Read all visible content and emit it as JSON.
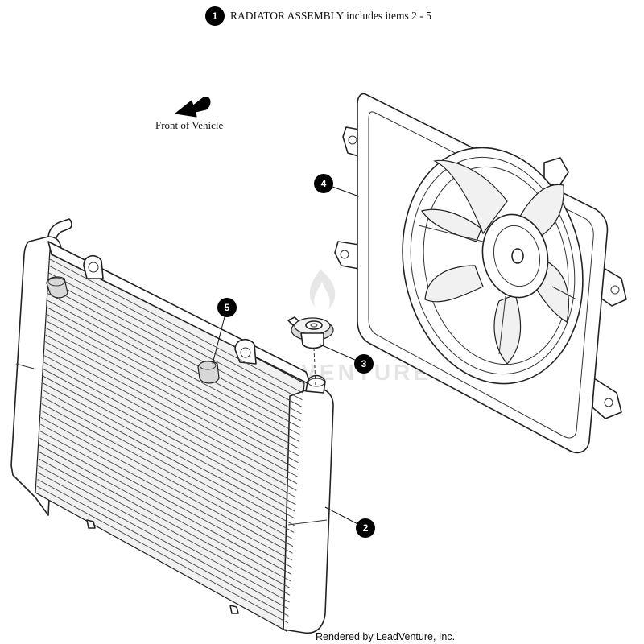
{
  "title": {
    "callout": "1",
    "text": "RADIATOR ASSEMBLY includes items 2 - 5"
  },
  "front_label": "Front of Vehicle",
  "callouts": {
    "item2": "2",
    "item3": "3",
    "item4": "4",
    "item5": "5"
  },
  "watermark": "LEADVENTURE",
  "credit": "Rendered by LeadVenture, Inc."
}
